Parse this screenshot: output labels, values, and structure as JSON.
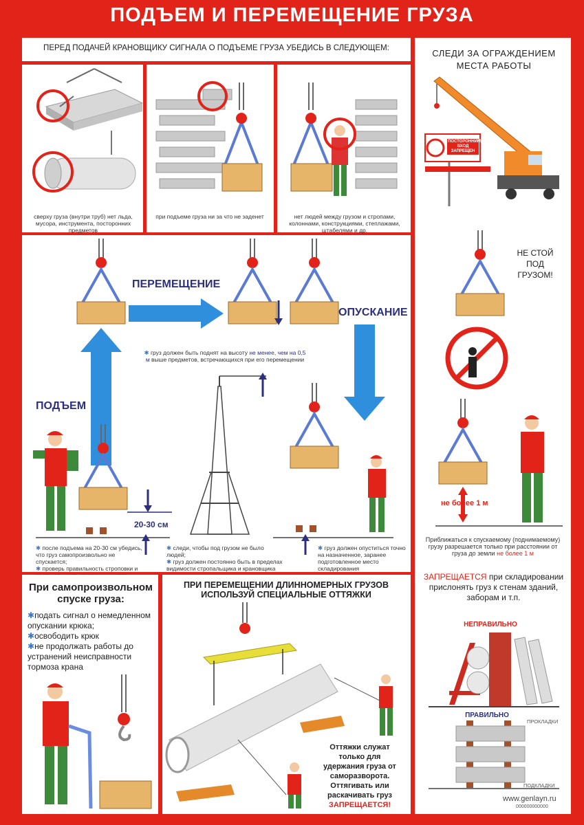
{
  "title": "ПОДЪЕМ И ПЕРЕМЕЩЕНИЕ ГРУЗА",
  "top": {
    "heading": "ПЕРЕД ПОДАЧЕЙ КРАНОВЩИКУ СИГНАЛА О ПОДЪЕМЕ ГРУЗА УБЕДИСЬ В СЛЕДУЮЩЕМ:",
    "cap1": "сверху груза (внутри труб) нет льда, мусора, инструмента, посторонних предметов",
    "cap2": "при подъеме груза ни за что не заденет",
    "cap3": "нет людей между грузом и стропами, колоннами, конструкциями, степлажами, штабелями и др."
  },
  "right": {
    "fence_title": "СЛЕДИ ЗА ОГРАЖДЕНИЕМ МЕСТА РАБОТЫ",
    "sign_text": "ПОСТОРОННИМ ВХОД ЗАПРЕЩЕН",
    "dont_stand": "НЕ СТОЙ ПОД ГРУЗОМ!",
    "not_more": "не более 1 м",
    "approach_a": "Приближаться к спускаемому (поднимаемому) грузу разрешается только при расстоянии от груза до земли",
    "approach_b": "не более 1 м",
    "forbidden_a": "ЗАПРЕЩАЕТСЯ",
    "forbidden_b": "при складировании прислонять груз к стенам зданий, заборам и т.п.",
    "wrong": "НЕПРАВИЛЬНО",
    "right": "ПРАВИЛЬНО",
    "pads_top": "ПРОКЛАДКИ",
    "pads_bottom": "ПОДКЛАДКИ",
    "site": "www.genlayn.ru",
    "code": "000000000000"
  },
  "middle": {
    "move": "ПЕРЕМЕЩЕНИЕ",
    "lower": "ОПУСКАНИЕ",
    "lift": "ПОДЪЕМ",
    "height_a": "груз должен быть поднят на высоту",
    "height_b": "не менее, чем на 0,5 м",
    "height_c": "выше предметов, встречающихся при его перемещении",
    "gap": "20-30 см",
    "note1": "после подъема на 20-30 см убедись, что груз самопроизвольно не спускается;",
    "note2": "проверь правильность строповки и вертикальность грузовых канатов",
    "note3": "следи, чтобы под грузом не было людей;",
    "note4": "груз должен постоянно быть в пределах видимости стропальщика и крановщика",
    "note5": "груз должен опуститься точно на назначенное, заранее подготовленное место складирования"
  },
  "bottom_left": {
    "title": "При самопроизвольном спуске груза:",
    "items": [
      "подать сигнал о немедленном опускании крюка;",
      "освободить крюк",
      "не продолжать работы до устранений неисправности тормоза крана"
    ]
  },
  "bottom_mid": {
    "title": "ПРИ ПЕРЕМЕЩЕНИИ ДЛИННОМЕРНЫХ ГРУЗОВ ИСПОЛЬЗУЙ СПЕЦИАЛЬНЫЕ ОТТЯЖКИ",
    "note_a": "Оттяжки служат только для удержания груза от саморазворота. Оттягивать или раскачивать груз",
    "note_b": "ЗАПРЕЩАЕТСЯ!"
  },
  "colors": {
    "red": "#e2231a",
    "blue": "#2f8fdc",
    "navy": "#2b2f7e",
    "wood": "#e6b56a",
    "green": "#3d8b3a"
  }
}
